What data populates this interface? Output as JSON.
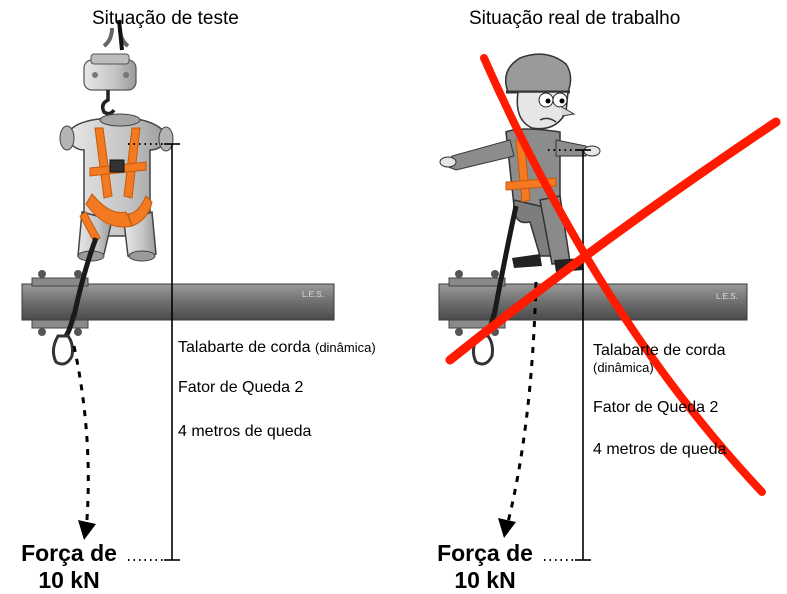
{
  "colors": {
    "background": "#ffffff",
    "beam": "#6f6f6f",
    "harness_orange": "#f47a22",
    "dummy_grey": "#c8c8c8",
    "rope": "#1a1a1a",
    "strike_red": "#ff1a00"
  },
  "panels": [
    {
      "title": "Situação de teste",
      "subject": "test-dummy",
      "beam_mark": "L.E.S.",
      "lanyard": "Talabarte de corda",
      "lanyard_note": "(dinâmica)",
      "fall_factor": "Fator de Queda 2",
      "fall_distance": "4 metros de queda",
      "force_line1": "Força de",
      "force_line2": "10 kN",
      "crossed_out": false
    },
    {
      "title": "Situação real de trabalho",
      "subject": "worker",
      "beam_mark": "L.E.S.",
      "lanyard": "Talabarte de corda",
      "lanyard_note": "(dinâmica)",
      "fall_factor": "Fator de Queda 2",
      "fall_distance": "4 metros de queda",
      "force_line1": "Força de",
      "force_line2": "10 kN",
      "crossed_out": true
    }
  ]
}
